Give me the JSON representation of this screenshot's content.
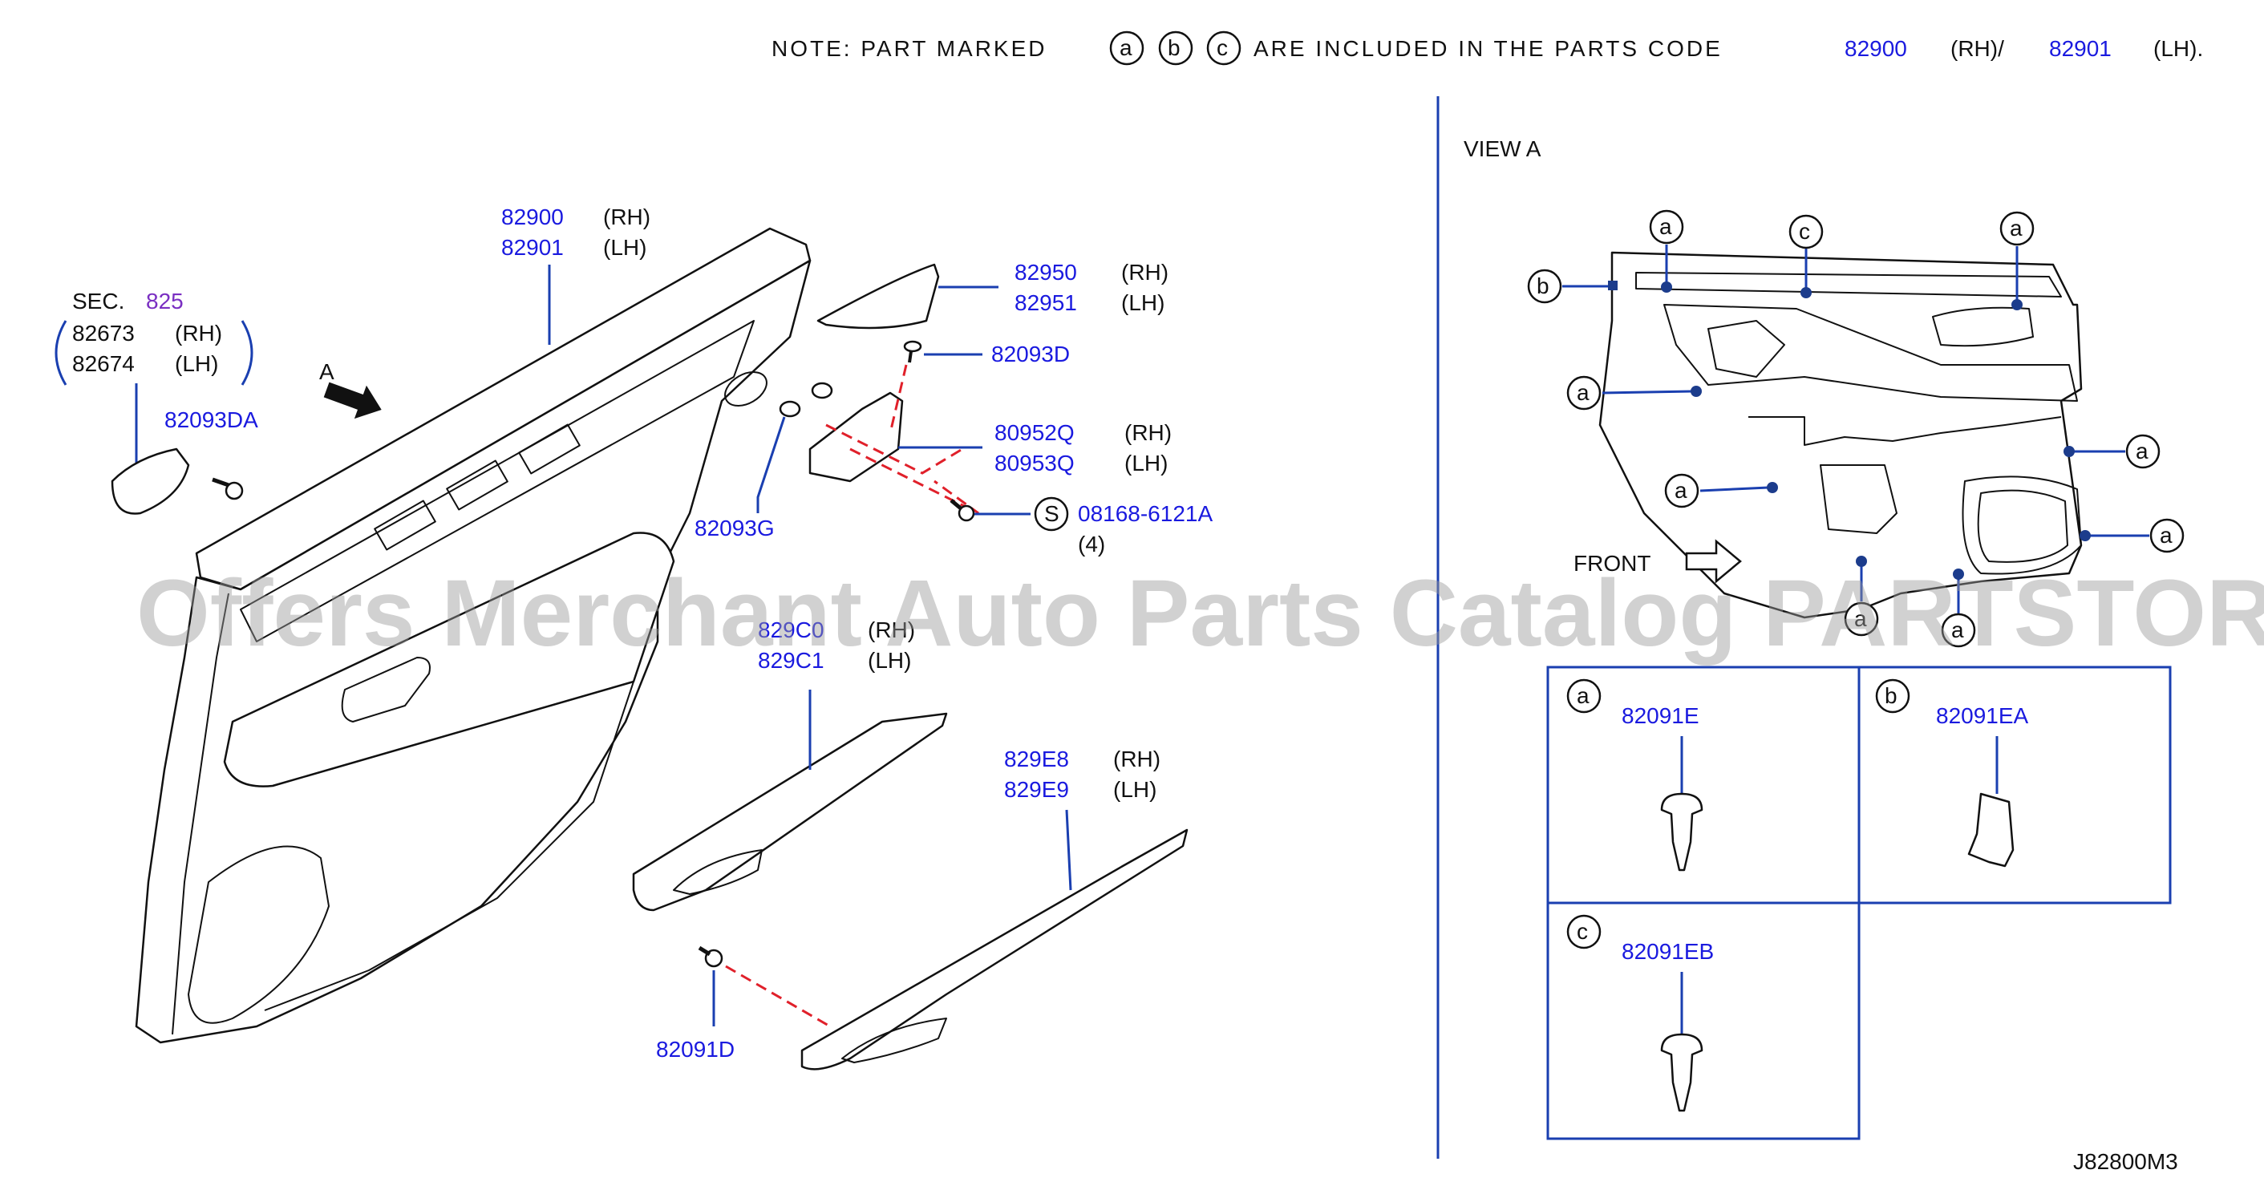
{
  "note": {
    "prefix": "NOTE:  PART  MARKED",
    "markers": [
      "a",
      "b",
      "c"
    ],
    "middle": "ARE  INCLUDED  IN  THE  PARTS  CODE",
    "code_rh": "82900",
    "side_rh": "(RH)/",
    "code_lh": "82901",
    "side_lh": "(LH)."
  },
  "view_label": "VIEW    A",
  "arrow_a_label": "A",
  "front_label": "FRONT",
  "section_ref": {
    "label": "SEC.",
    "number": "825"
  },
  "callouts": {
    "door_trim": {
      "rh_code": "82900",
      "rh_side": "(RH)",
      "lh_code": "82901",
      "lh_side": "(LH)"
    },
    "handle": {
      "rh_code": "82673",
      "rh_side": "(RH)",
      "lh_code": "82674",
      "lh_side": "(LH)"
    },
    "screw_da": {
      "code": "82093DA"
    },
    "pocket_cover": {
      "rh_code": "82950",
      "rh_side": "(RH)",
      "lh_code": "82951",
      "lh_side": "(LH)"
    },
    "screw_d": {
      "code": "82093D"
    },
    "bracket": {
      "rh_code": "80952Q",
      "rh_side": "(RH)",
      "lh_code": "80953Q",
      "lh_side": "(LH)"
    },
    "clip_g": {
      "code": "82093G"
    },
    "bolt": {
      "marker": "S",
      "code": "08168-6121A",
      "qty": "(4)"
    },
    "finisher_c": {
      "rh_code": "829C0",
      "rh_side": "(RH)",
      "lh_code": "829C1",
      "lh_side": "(LH)"
    },
    "finisher_e": {
      "rh_code": "829E8",
      "rh_side": "(RH)",
      "lh_code": "829E9",
      "lh_side": "(LH)"
    },
    "screw_91d": {
      "code": "82091D"
    }
  },
  "view_markers": [
    "a",
    "c",
    "a",
    "b",
    "a",
    "a",
    "a",
    "a",
    "a",
    "a"
  ],
  "clip_table": [
    {
      "marker": "a",
      "code": "82091E"
    },
    {
      "marker": "b",
      "code": "82091EA"
    },
    {
      "marker": "c",
      "code": "82091EB"
    }
  ],
  "diagram_id": "J82800M3",
  "watermark": "Offers Merchant Auto Parts Catalog PARTSTORE.SA",
  "colors": {
    "part_number": "#1a1adf",
    "leader": "#1a3fb0",
    "dash": "#e0202a",
    "section": "#7a2fc2"
  }
}
